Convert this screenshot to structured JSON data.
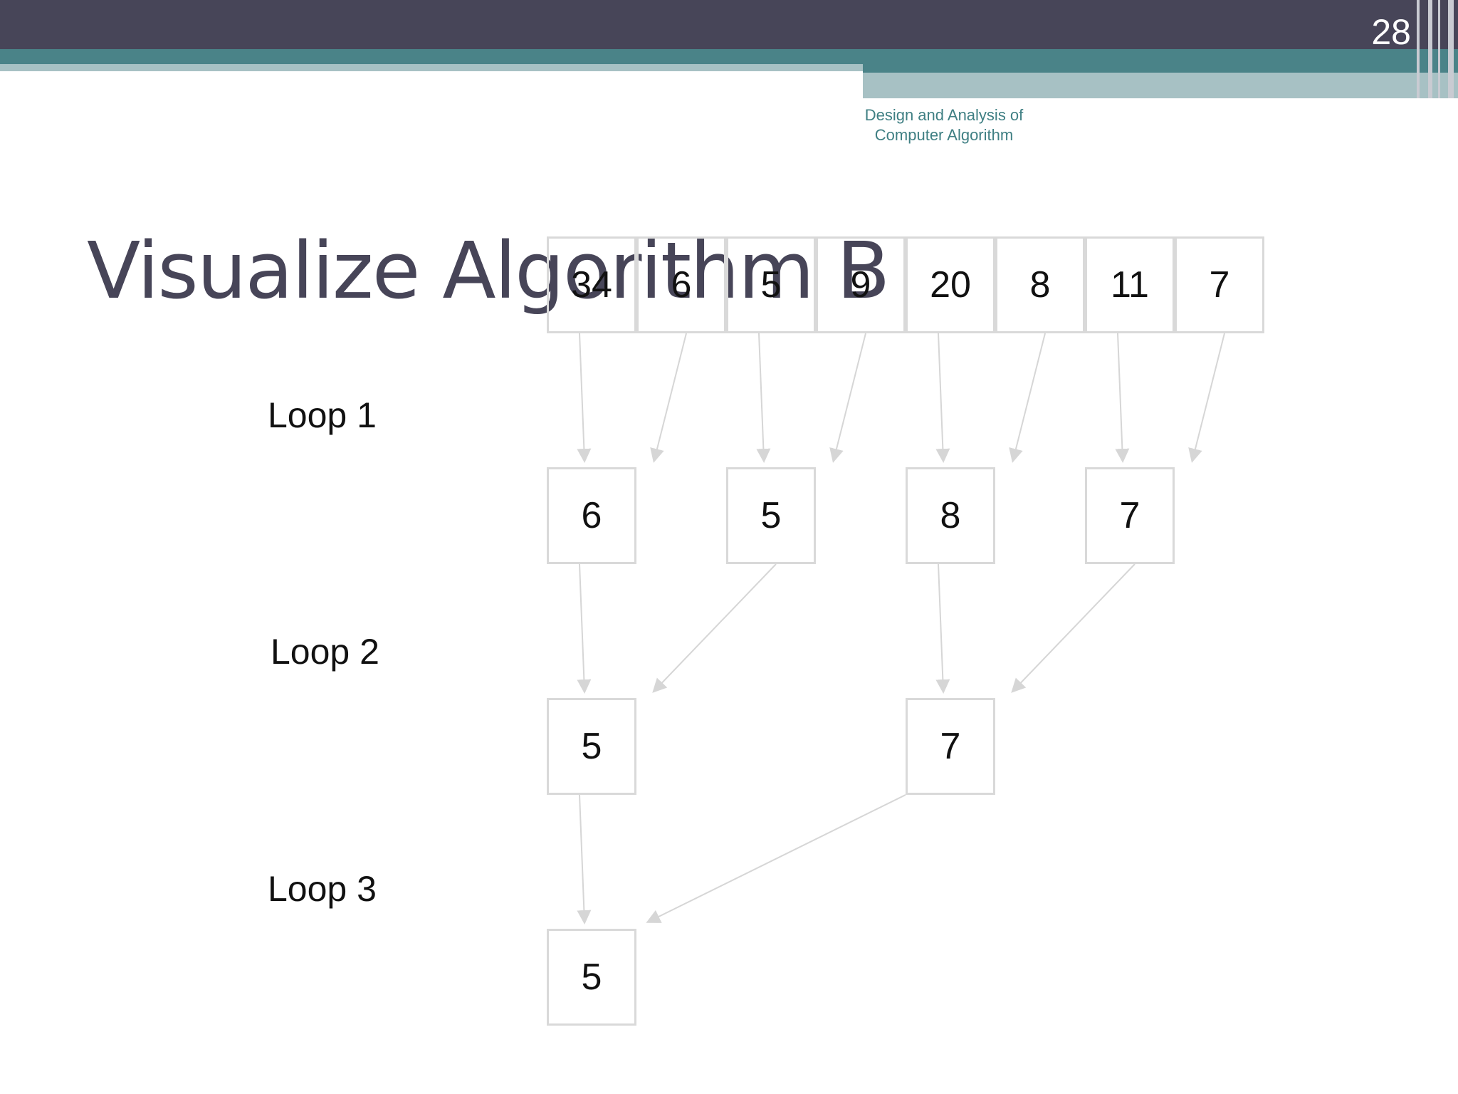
{
  "slide": {
    "number": "28",
    "course_title_line1": "Design and Analysis of",
    "course_title_line2": "Computer Algorithm",
    "title": "Visualize Algorithm B"
  },
  "loops": [
    "Loop 1",
    "Loop 2",
    "Loop 3"
  ],
  "diagram": {
    "row0": [
      "34",
      "6",
      "5",
      "9",
      "20",
      "8",
      "11",
      "7"
    ],
    "row1": [
      "6",
      "5",
      "8",
      "7"
    ],
    "row2": [
      "5",
      "7"
    ],
    "row3": [
      "5"
    ]
  },
  "colors": {
    "header_dark": "#474558",
    "header_teal": "#4a8388",
    "header_light": "#a7c1c4",
    "title": "#474558",
    "box_border": "#d9d9d9",
    "arrow": "#d6d6d6"
  }
}
